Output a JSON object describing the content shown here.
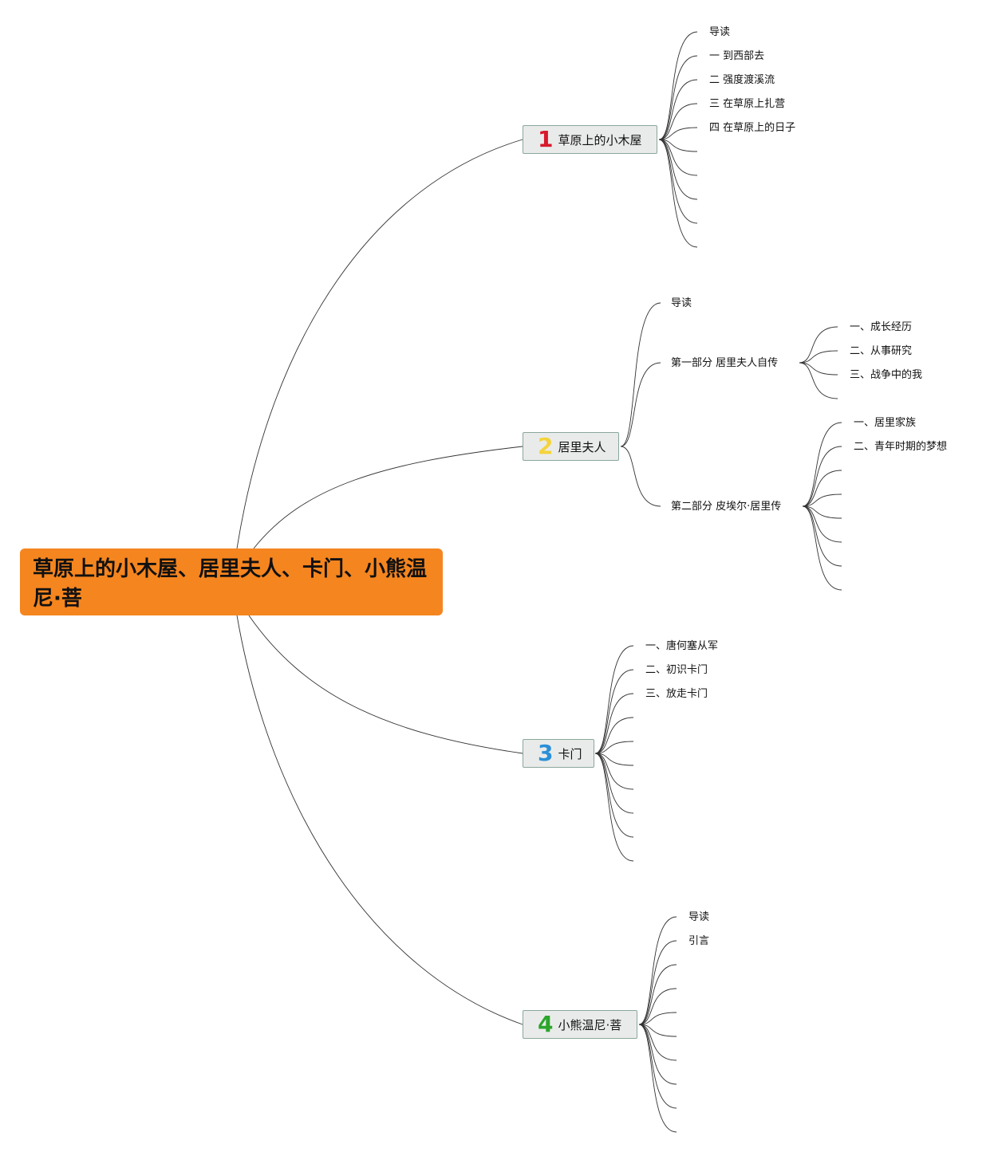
{
  "root": {
    "title": "草原上的小木屋、居里夫人、卡门、小熊温尼·菩"
  },
  "branches": [
    {
      "num": "1",
      "num_color": "#d7192c",
      "label": "草原上的小木屋",
      "children": [
        "导读",
        "一 到西部去",
        "二 强度渡溪流",
        "三 在草原上扎营",
        "四 在草原上的日子"
      ]
    },
    {
      "num": "2",
      "num_color": "#f5d33a",
      "label": "居里夫人",
      "children": [
        "导读",
        "第一部分 居里夫人自传",
        "第二部分 皮埃尔·居里传"
      ],
      "sub1": [
        "一、成长经历",
        "二、从事研究",
        "三、战争中的我"
      ],
      "sub2": [
        "一、居里家族",
        "二、青年时期的梦想"
      ]
    },
    {
      "num": "3",
      "num_color": "#2b8fd8",
      "label": "卡门",
      "children": [
        "一、唐何塞从军",
        "二、初识卡门",
        "三、放走卡门"
      ]
    },
    {
      "num": "4",
      "num_color": "#2ba52b",
      "label": "小熊温尼·菩",
      "children": [
        "导读",
        "引言"
      ]
    }
  ]
}
